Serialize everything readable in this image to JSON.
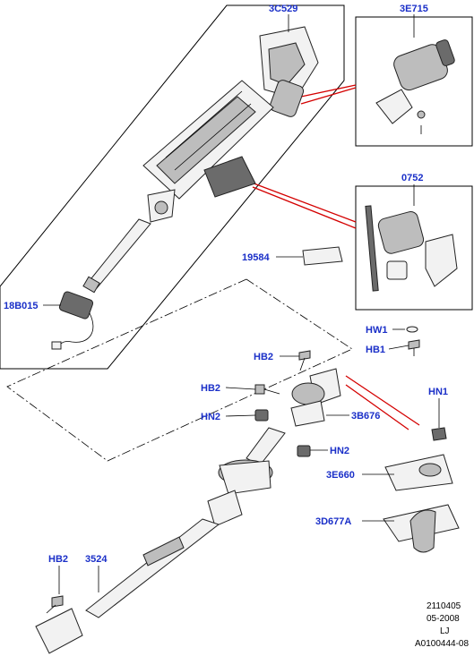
{
  "labels": {
    "column_assembly": "3C529",
    "motor": "3E715",
    "module": "0752",
    "pad": "19584",
    "sensor_harness": "18B015",
    "hw1": "HW1",
    "hb1": "HB1",
    "hb2_top": "HB2",
    "hb2_mid": "HB2",
    "hn2_left": "HN2",
    "hn2_right": "HN2",
    "hn1": "HN1",
    "coupling": "3B676",
    "plate": "3E660",
    "boot": "3D677A",
    "hb2_bottom": "HB2",
    "shaft": "3524"
  },
  "footer": {
    "line1": "2110405",
    "line2": "05-2008",
    "line3": "LJ",
    "line4": "A0100444-08"
  },
  "colors": {
    "label": "#1a2fc8",
    "callout_line": "#d40000"
  }
}
